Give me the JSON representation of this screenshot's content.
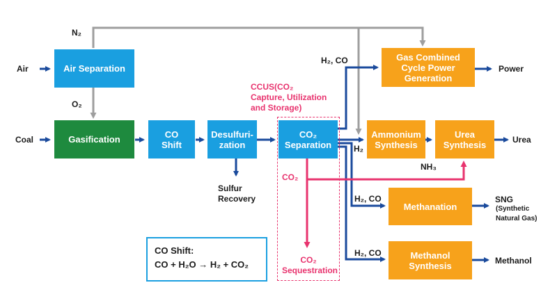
{
  "colors": {
    "process_blue": "#1a9fe0",
    "gasification_green": "#1e8a3e",
    "product_orange": "#f7a21b",
    "flow_navy": "#1a4a9c",
    "gas_gray": "#9e9e9e",
    "co2_pink": "#e8336e"
  },
  "boxes": {
    "air_separation": "Air Separation",
    "gasification": "Gasification",
    "co_shift": "CO\nShift",
    "desulfurization": "Desulfuri-\nzation",
    "co2_separation": "CO₂\nSeparation",
    "gas_combined_cycle": "Gas Combined\nCycle Power\nGeneration",
    "ammonium_synthesis": "Ammonium\nSynthesis",
    "urea_synthesis": "Urea\nSynthesis",
    "methanation": "Methanation",
    "methanol_synthesis": "Methanol\nSynthesis"
  },
  "labels": {
    "n2": "N₂",
    "air": "Air",
    "o2": "O₂",
    "coal": "Coal",
    "h2_co_top": "H₂, CO",
    "power": "Power",
    "ccus": "CCUS(CO₂\nCapture, Utilization\nand Storage)",
    "urea": "Urea",
    "h2": "H₂",
    "nh3": "NH₃",
    "co2_branch": "CO₂",
    "sulfur_recovery": "Sulfur\nRecovery",
    "h2_co_methanation": "H₂, CO",
    "sng": "SNG",
    "sng_full": "(Synthetic\n Natural Gas)",
    "h2_co_methanol": "H₂, CO",
    "methanol": "Methanol",
    "co2_sequestration": "CO₂\nSequestration"
  },
  "formula": {
    "title": "CO Shift:",
    "equation": "CO + H₂O  →  H₂ + CO₂"
  }
}
